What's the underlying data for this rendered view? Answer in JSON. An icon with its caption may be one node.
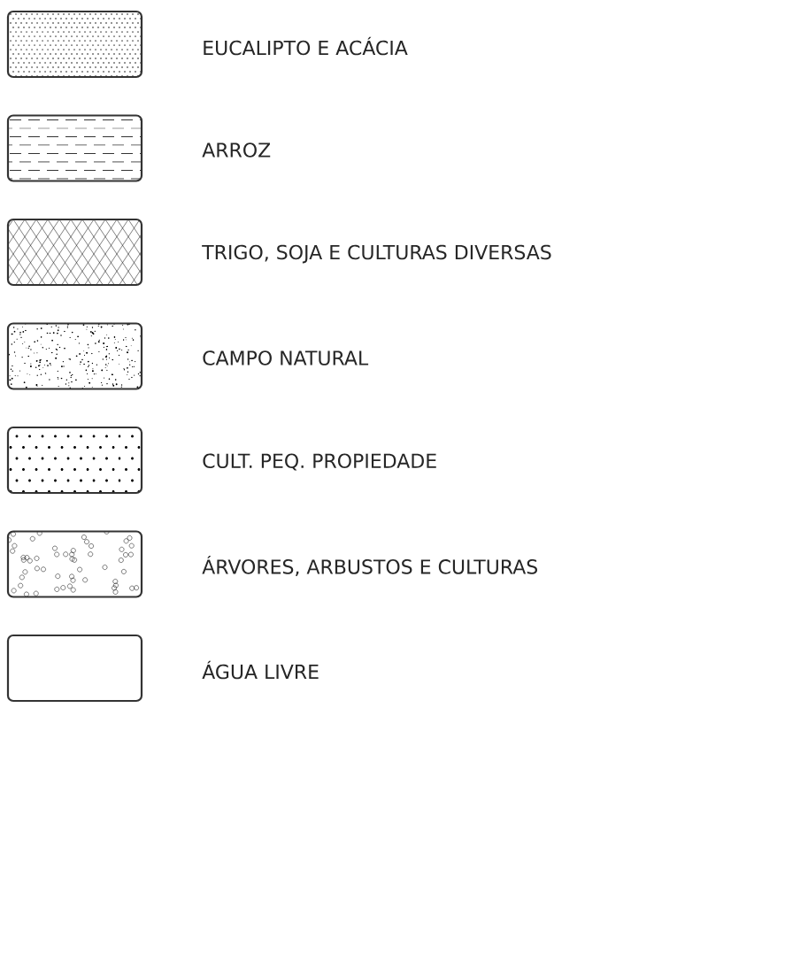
{
  "diagram": {
    "legend": [
      {
        "text": "EUCALIPTO E ACÁCIA"
      },
      {
        "text": "ARROZ"
      },
      {
        "text": "TRIGO, SOJA E CULTURAS DIVERSAS"
      },
      {
        "text": "CAMPO NATURAL"
      },
      {
        "text": "CULT. PEQ. PROPIEDADE"
      },
      {
        "text": "ÁRVORES, ARBUSTOS E CULTURAS"
      },
      {
        "text": "ÁGUA LIVRE"
      }
    ]
  }
}
